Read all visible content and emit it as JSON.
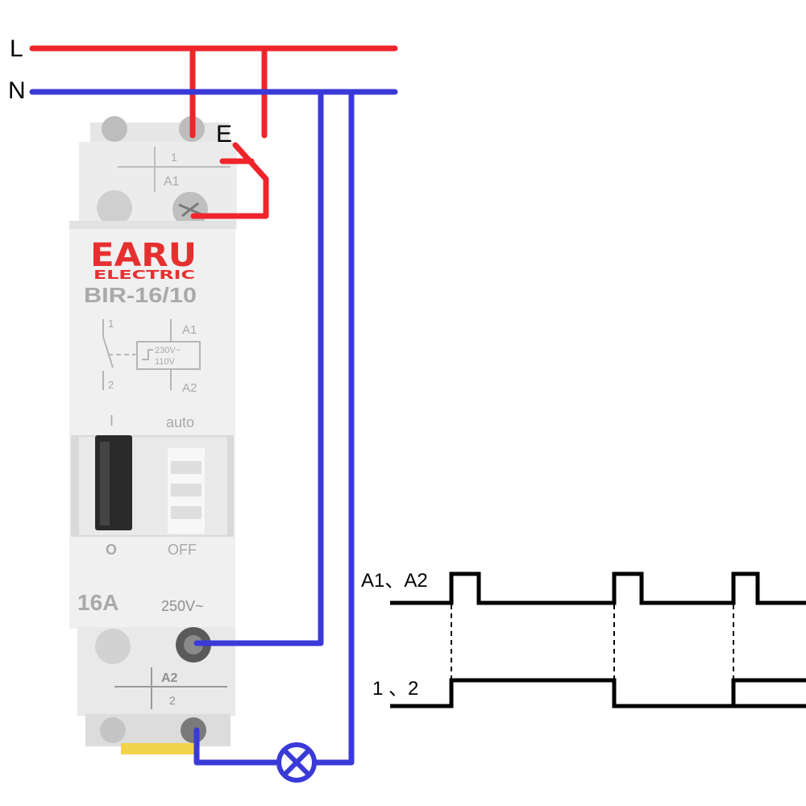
{
  "wires": {
    "line_label": "L",
    "neutral_label": "N",
    "switch_label": "E",
    "line_color": "#f0242b",
    "neutral_color": "#3a3ad8"
  },
  "device": {
    "brand": "EARU",
    "brand_sub": "ELECTRIC",
    "model": "BIR-16/10",
    "contact_1": "1",
    "contact_2": "2",
    "coil_a1": "A1",
    "coil_a2": "A2",
    "voltage_ac": "230V~",
    "voltage_dc": "110V",
    "mode_on": "I",
    "mode_auto": "auto",
    "mode_off_left": "O",
    "mode_off_right": "OFF",
    "current_rating": "16A",
    "voltage_rating": "250V~",
    "top_terminal_a1": "A1",
    "top_terminal_1": "1",
    "bottom_terminal_a2": "A2",
    "bottom_terminal_2": "2",
    "brand_color": "#e63030"
  },
  "timing": {
    "input_label": "A1、A2",
    "output_label": "1 、2"
  }
}
